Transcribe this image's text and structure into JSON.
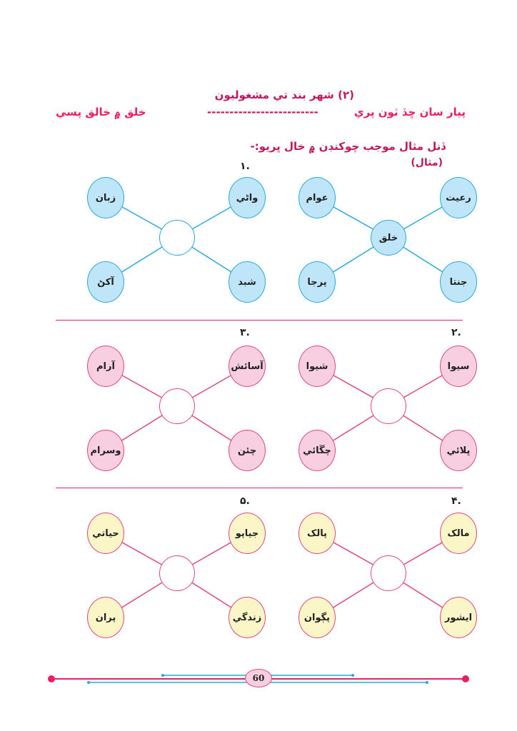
{
  "section": {
    "heading": "(٢) شهر بند تي مشغوليون",
    "instruction_right": "پيار سان ڇڏ ٽون پري",
    "instruction_dashes": "----------------------------------------",
    "instruction_left": "خلق ۾ خالق پسي"
  },
  "task": {
    "text": "ڏنل مثال موجب چوکنڊن ۾ خال ڀريو:-",
    "example_label": "(مثال)"
  },
  "numbers": {
    "n1": "١.",
    "n2": "٢.",
    "n3": "٣.",
    "n4": "۴.",
    "n5": "۵."
  },
  "diagrams": [
    {
      "id": "example",
      "center": "خلق",
      "top_right": "رعيت",
      "top_left": "عوام",
      "bottom_right": "جنتا",
      "bottom_left": "پرجا"
    },
    {
      "id": "d1",
      "center": "",
      "top_right": "واڻي",
      "top_left": "زبان",
      "bottom_right": "شبد",
      "bottom_left": "آکڻ"
    },
    {
      "id": "d2",
      "center": "",
      "top_right": "سيوا",
      "top_left": "شيوا",
      "bottom_right": "ڀلائي",
      "bottom_left": "چڱائي"
    },
    {
      "id": "d3",
      "center": "",
      "top_right": "آسائش",
      "top_left": "آرام",
      "bottom_right": "چئن",
      "bottom_left": "وسرام"
    },
    {
      "id": "d4",
      "center": "",
      "top_right": "مالک",
      "top_left": "پالک",
      "bottom_right": "ايشور",
      "bottom_left": "پڳوان"
    },
    {
      "id": "d5",
      "center": "",
      "top_right": "جياپو",
      "top_left": "حياتي",
      "bottom_right": "زندگي",
      "bottom_left": "پران"
    }
  ],
  "footer": {
    "page_number": "60"
  },
  "colors": {
    "title_magenta": "#c2185b",
    "blue_fill": "#bfe6f8",
    "pink_fill": "#f8cfe0",
    "yellow_fill": "#fbf6c8",
    "line_blue": "#29a8e0",
    "line_pink": "#e0457f"
  }
}
